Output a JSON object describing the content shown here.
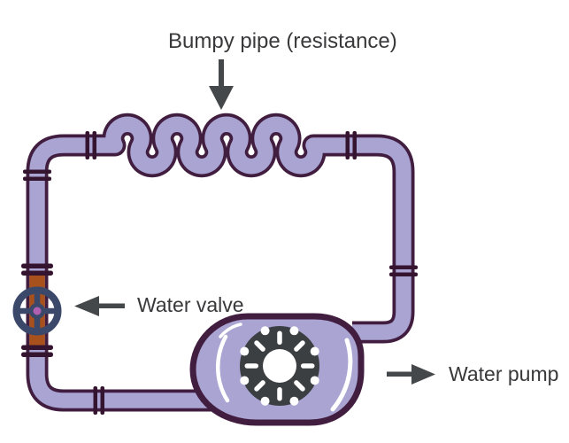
{
  "diagram": {
    "labels": {
      "bumpy_pipe": "Bumpy pipe (resistance)",
      "water_valve": "Water valve",
      "water_pump": "Water pump"
    },
    "components": [
      {
        "name": "bumpy-pipe",
        "label": "Bumpy pipe (resistance)"
      },
      {
        "name": "water-valve",
        "label": "Water valve"
      },
      {
        "name": "water-pump",
        "label": "Water pump"
      }
    ],
    "colors": {
      "background": "#ffffff",
      "pipe_fill": "#a9a4d2",
      "pipe_outline": "#411e40",
      "joint": "#35142f",
      "valve_pipe": "#a9511d",
      "valve_wheel": "#3b4869",
      "valve_hub_dot": "#b060ae",
      "pump_fill": "#a9a4d2",
      "pump_outline": "#411e40",
      "impeller": "#3b3f42",
      "label_text": "#39383a",
      "arrow": "#45484a"
    }
  }
}
